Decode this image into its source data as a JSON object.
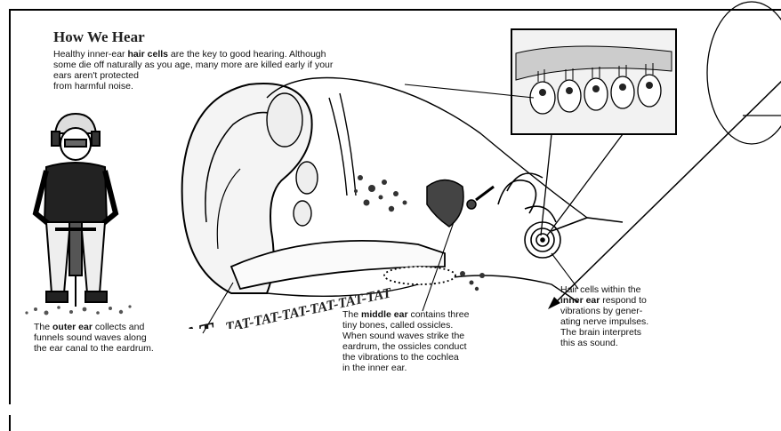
{
  "title": "How We Hear",
  "intro": {
    "prefix": "Healthy inner-ear ",
    "bold": "hair cells",
    "line1_rest": " are the key to good hearing. Although",
    "line2": "some die off naturally as you age, many more are killed early if your",
    "line3": "ears aren't protected",
    "line4": "from harmful noise."
  },
  "outer_ear": {
    "prefix": "The ",
    "bold": "outer ear",
    "line1_rest": " collects and",
    "line2": "funnels sound waves along",
    "line3": "the ear canal to the eardrum."
  },
  "middle_ear": {
    "prefix": "The ",
    "bold": "middle ear",
    "line1_rest": " contains three",
    "line2": "tiny bones, called ossicles.",
    "line3": "When sound waves strike the",
    "line4": "eardrum, the ossicles conduct",
    "line5": "the vibrations to the cochlea",
    "line6": "in the inner ear."
  },
  "inner_ear": {
    "line1": "Hair cells within the",
    "bold": "inner ear",
    "line2_rest": " respond to",
    "line3": "vibrations by gener-",
    "line4": "ating nerve impulses.",
    "line5": "The brain interprets",
    "line6": "this as sound."
  },
  "sound_text": {
    "big": "RAT-",
    "rest": "TAT-TAT-TAT-TAT-TAT-TAT"
  },
  "colors": {
    "ink": "#111111",
    "paper": "#ffffff",
    "shade": "#9a9a9a"
  }
}
